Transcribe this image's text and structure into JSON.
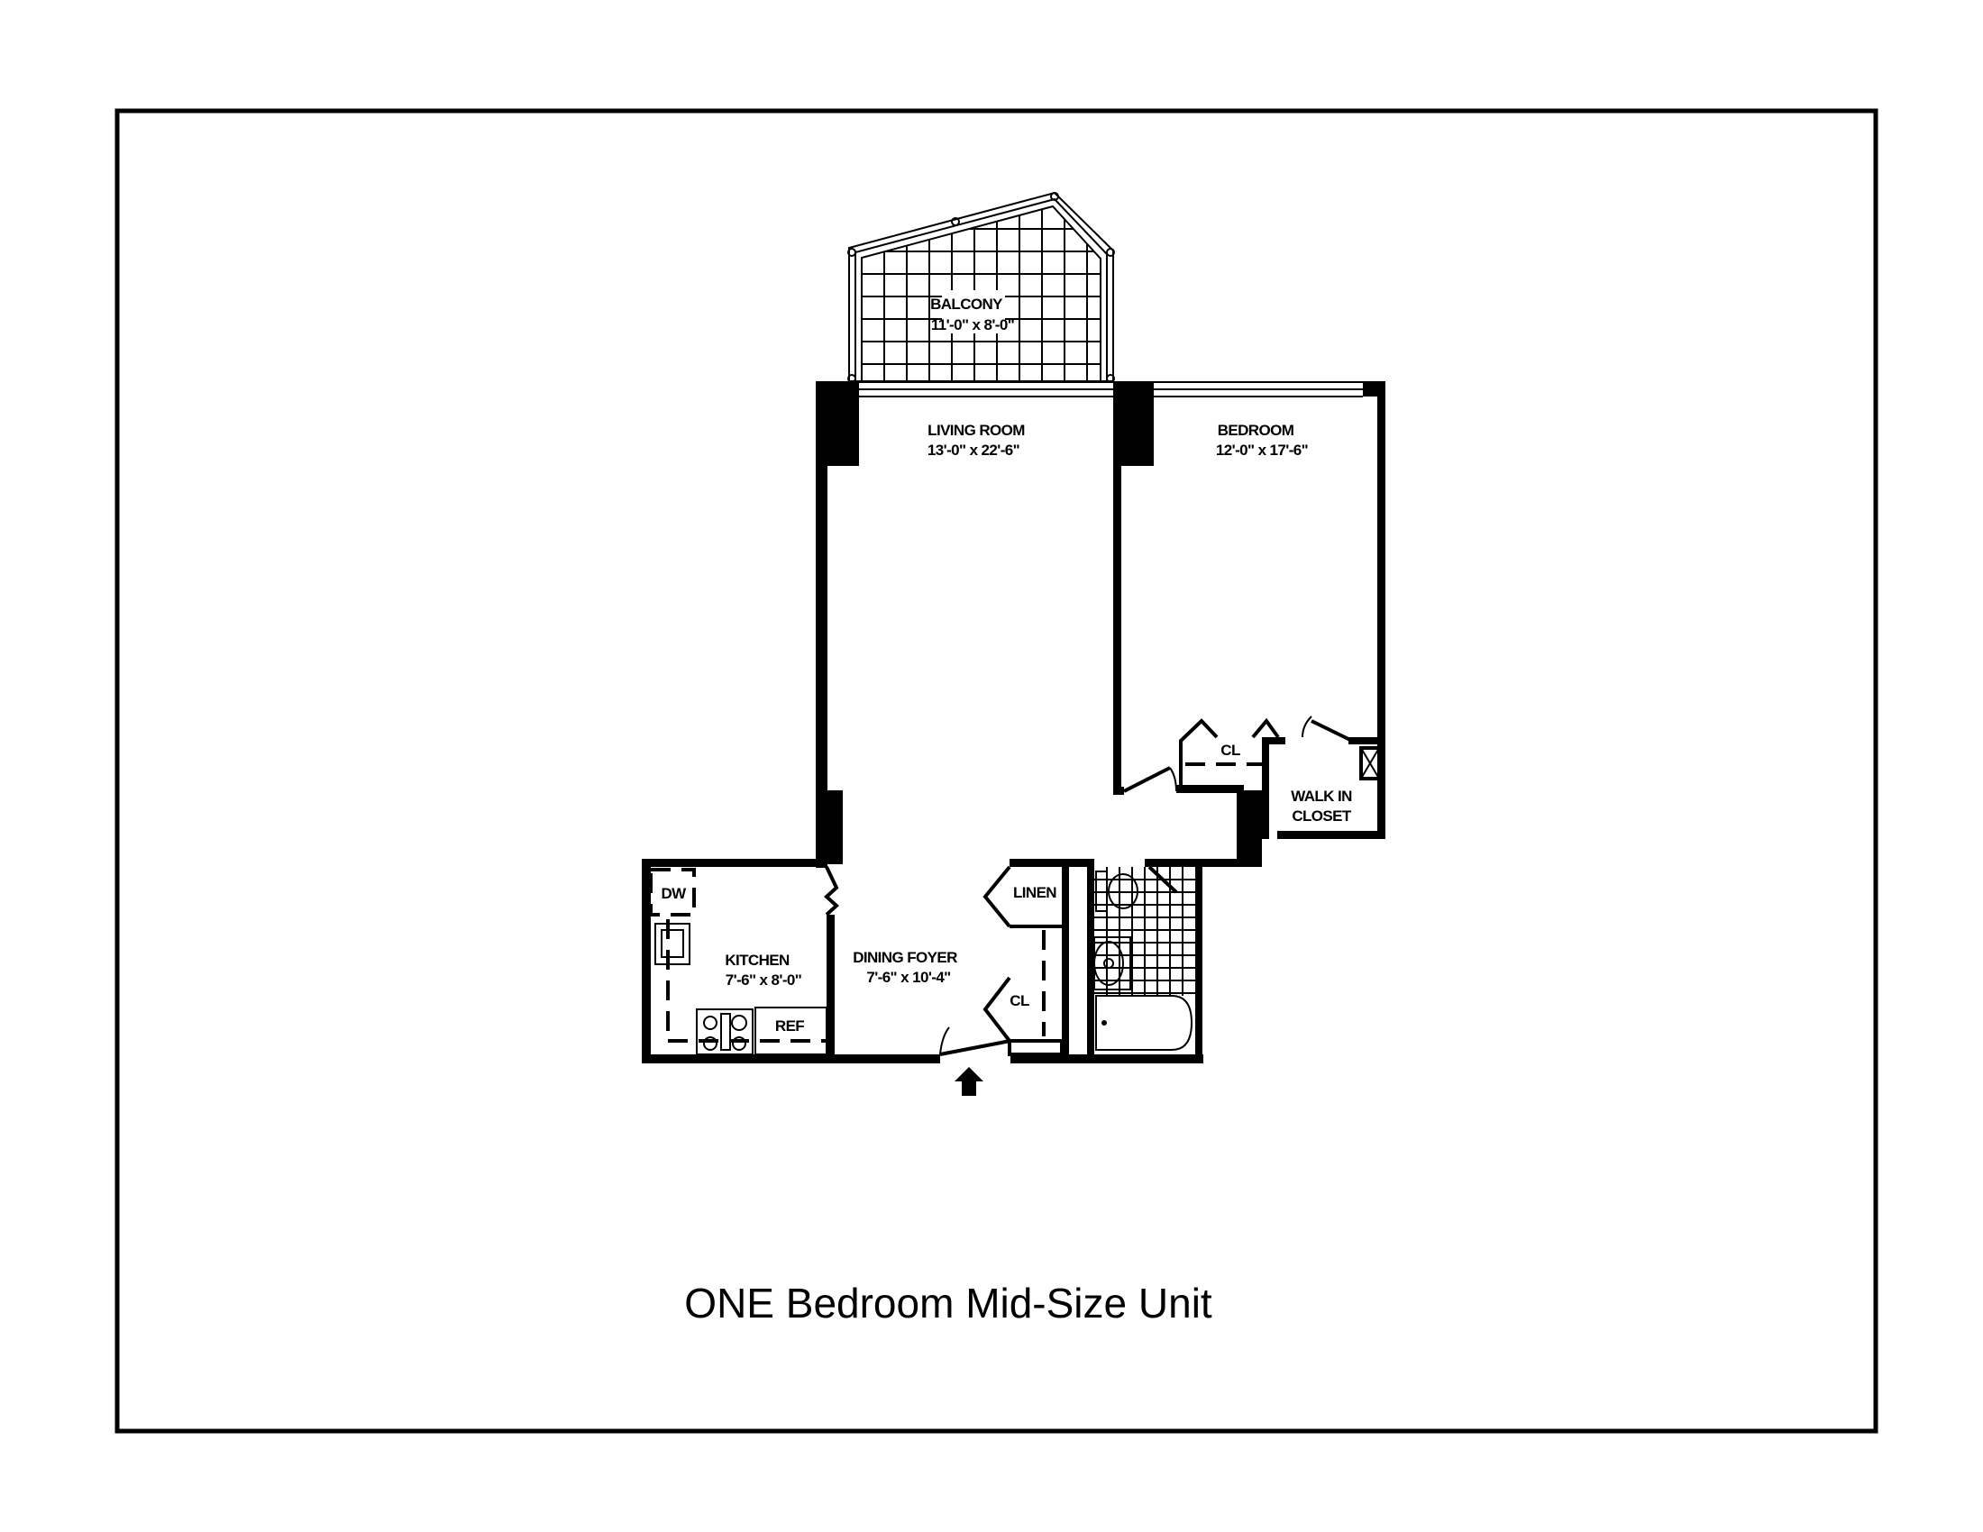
{
  "plan": {
    "title": "ONE Bedroom  Mid-Size Unit",
    "rooms": {
      "balcony": {
        "name": "BALCONY",
        "size": "11'-0\" x 8'-0\""
      },
      "living_room": {
        "name": "LIVING ROOM",
        "size": "13'-0\" x 22'-6\""
      },
      "bedroom": {
        "name": "BEDROOM",
        "size": "12'-0\" x 17'-6\""
      },
      "kitchen": {
        "name": "KITCHEN",
        "size": "7'-6\" x 8'-0\""
      },
      "dining_foyer": {
        "name": "DINING FOYER",
        "size": "7'-6\" x 10'-4\""
      }
    },
    "labels": {
      "bedroom_closet": "CL",
      "walk_in_1": "WALK IN",
      "walk_in_2": "CLOSET",
      "dishwasher": "DW",
      "refrigerator": "REF",
      "linen": "LINEN",
      "foyer_closet": "CL"
    }
  }
}
